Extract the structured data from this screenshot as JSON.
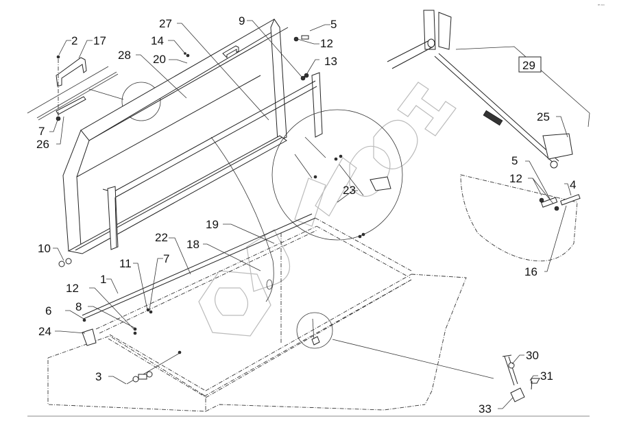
{
  "diagram": {
    "title": "Lid / cover assembly exploded parts view",
    "watermark": "БИЗОН",
    "corner_mark": "ᵃʳ ⁿⁿⁿ",
    "assembly_box_label": "29",
    "callouts": [
      {
        "id": "c2",
        "label": "2"
      },
      {
        "id": "c17",
        "label": "17"
      },
      {
        "id": "c28",
        "label": "28"
      },
      {
        "id": "c27",
        "label": "27"
      },
      {
        "id": "c14",
        "label": "14"
      },
      {
        "id": "c20",
        "label": "20"
      },
      {
        "id": "c9",
        "label": "9"
      },
      {
        "id": "c5a",
        "label": "5"
      },
      {
        "id": "c12a",
        "label": "12"
      },
      {
        "id": "c13",
        "label": "13"
      },
      {
        "id": "c7a",
        "label": "7"
      },
      {
        "id": "c26",
        "label": "26"
      },
      {
        "id": "c25",
        "label": "25"
      },
      {
        "id": "c5b",
        "label": "5"
      },
      {
        "id": "c12b",
        "label": "12"
      },
      {
        "id": "c4",
        "label": "4"
      },
      {
        "id": "c16",
        "label": "16"
      },
      {
        "id": "c23",
        "label": "23"
      },
      {
        "id": "c19",
        "label": "19"
      },
      {
        "id": "c10",
        "label": "10"
      },
      {
        "id": "c22",
        "label": "22"
      },
      {
        "id": "c18",
        "label": "18"
      },
      {
        "id": "c11",
        "label": "11"
      },
      {
        "id": "c7b",
        "label": "7"
      },
      {
        "id": "c1",
        "label": "1"
      },
      {
        "id": "c12c",
        "label": "12"
      },
      {
        "id": "c8",
        "label": "8"
      },
      {
        "id": "c6",
        "label": "6"
      },
      {
        "id": "c24",
        "label": "24"
      },
      {
        "id": "c3",
        "label": "3"
      },
      {
        "id": "c30",
        "label": "30"
      },
      {
        "id": "c31",
        "label": "31"
      },
      {
        "id": "c33",
        "label": "33"
      }
    ]
  }
}
